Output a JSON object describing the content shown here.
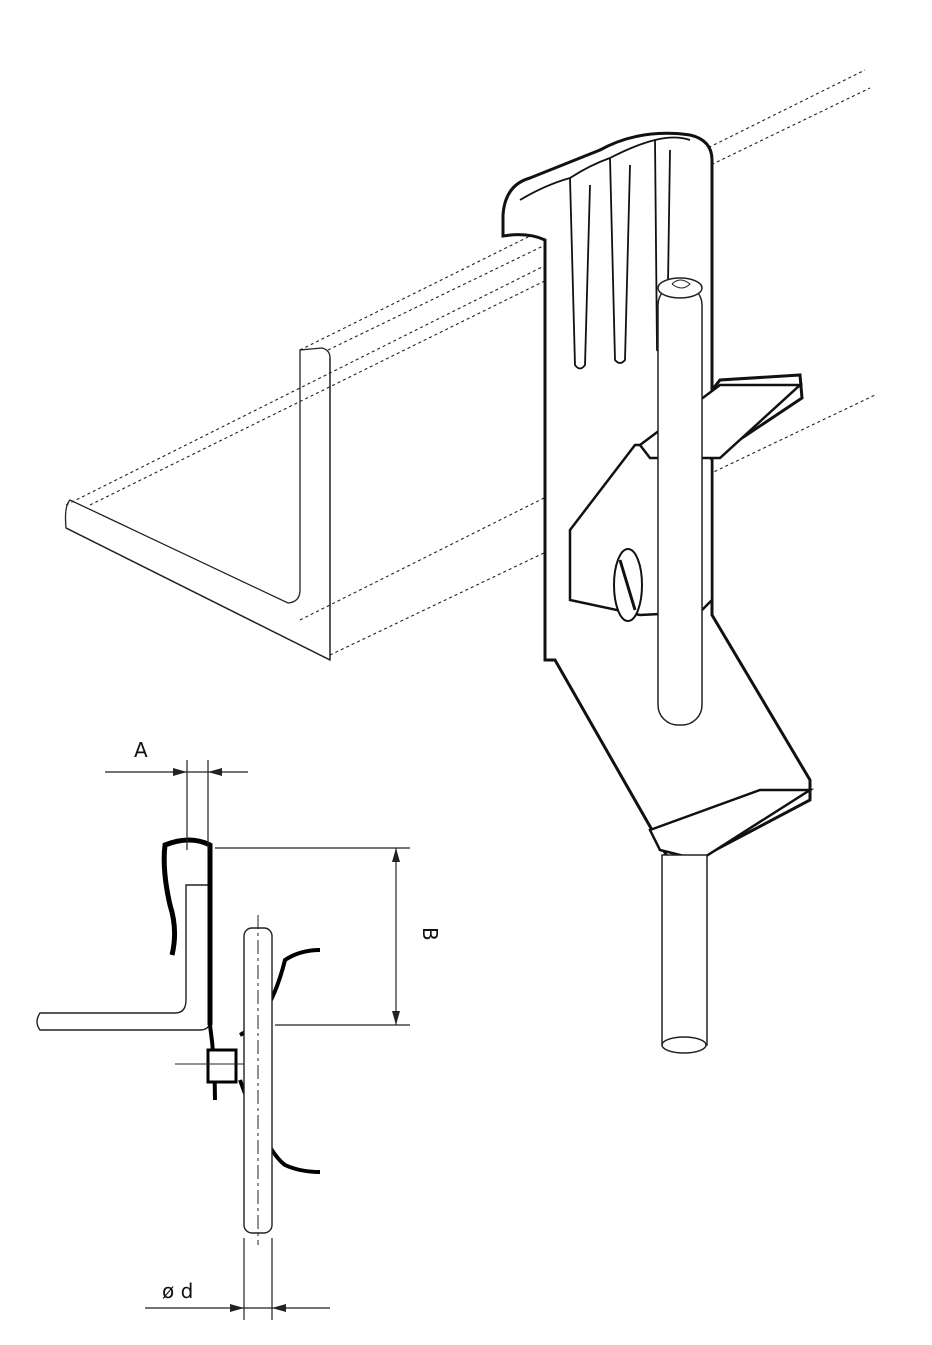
{
  "diagram": {
    "dimension_labels": {
      "a": "A",
      "b": "B",
      "d": "ø d"
    }
  }
}
